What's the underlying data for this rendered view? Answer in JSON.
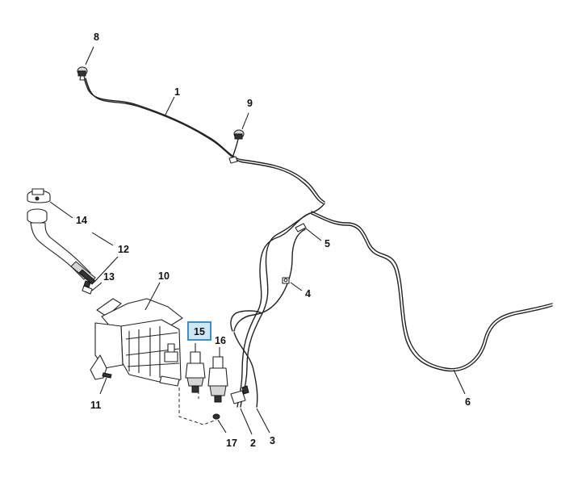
{
  "callouts": {
    "c1": "1",
    "c2": "2",
    "c3": "3",
    "c4": "4",
    "c5": "5",
    "c6": "6",
    "c8": "8",
    "c9": "9",
    "c10": "10",
    "c11": "11",
    "c12": "12",
    "c13": "13",
    "c14": "14",
    "c15": "15",
    "c16": "16",
    "c17": "17"
  },
  "highlighted_callout": "15",
  "colors": {
    "line": "#222222",
    "highlight_fill": "#cfe6f5",
    "highlight_border": "#3e8fc7"
  }
}
